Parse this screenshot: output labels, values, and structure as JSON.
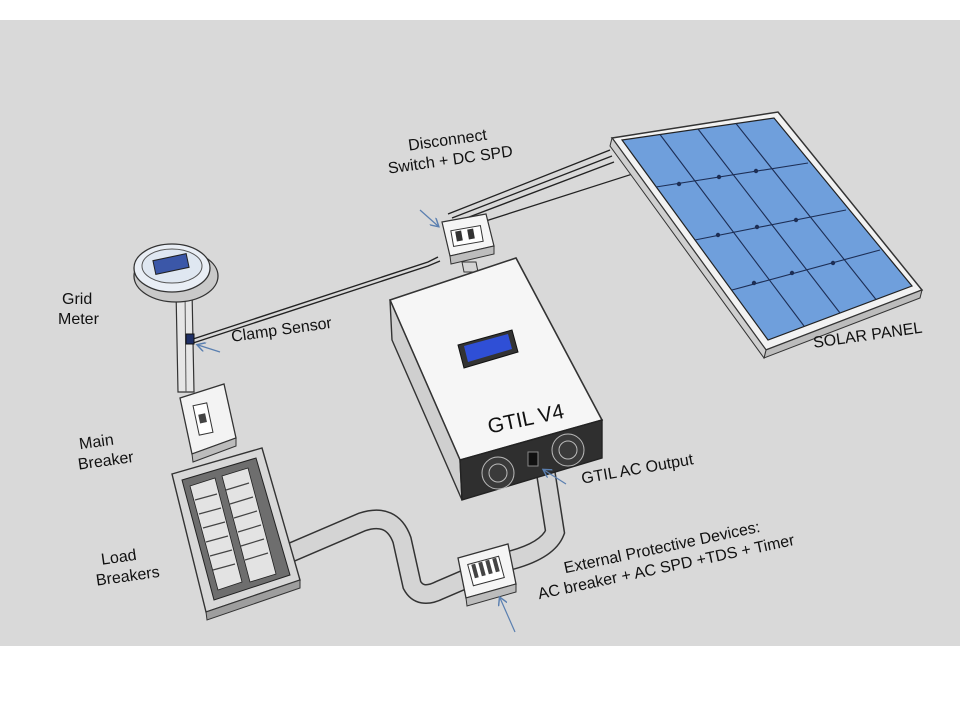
{
  "labels": {
    "grid_meter": [
      "Grid",
      "Meter"
    ],
    "main_breaker": [
      "Main",
      "Breaker"
    ],
    "load_breakers": [
      "Load",
      "Breakers"
    ],
    "clamp_sensor": "Clamp Sensor",
    "disconnect": [
      "Disconnect",
      "Switch + DC SPD"
    ],
    "solar_panel": "SOLAR PANEL",
    "inverter": "GTIL V4",
    "ac_output": "GTIL AC Output",
    "protective": [
      "External Protective Devices:",
      "AC breaker + AC SPD +TDS + Timer"
    ]
  },
  "colors": {
    "background": "#d9d9d9",
    "panel_cell": "#6f9fdc",
    "panel_frame": "#f2f2f2",
    "lcd": "#2f4fd6",
    "arrow": "#5a7fb0"
  }
}
